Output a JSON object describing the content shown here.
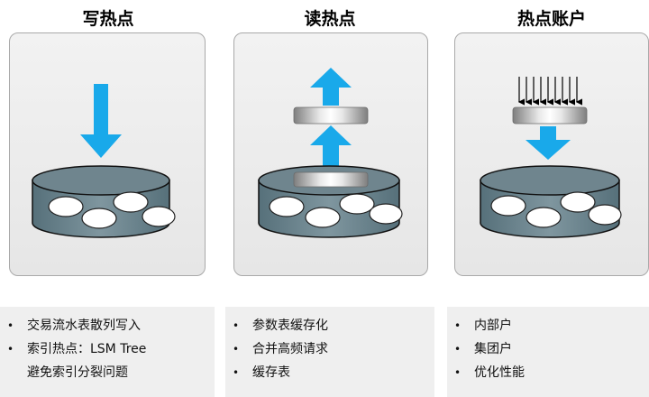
{
  "columns": [
    {
      "title": "写热点",
      "notes": [
        "交易流水表散列写入",
        "索引热点：LSM Tree",
        "避免索引分裂问题"
      ]
    },
    {
      "title": "读热点",
      "notes": [
        "参数表缓存化",
        "合并高频请求",
        "缓存表"
      ]
    },
    {
      "title": "热点账户",
      "notes": [
        "内部户",
        "集团户",
        "优化性能"
      ]
    }
  ],
  "colors": {
    "arrow": "#19a9ea",
    "cylinder": "#6f858e",
    "panel_border": "#a9a9a9",
    "notes_bg": "#efefef"
  }
}
